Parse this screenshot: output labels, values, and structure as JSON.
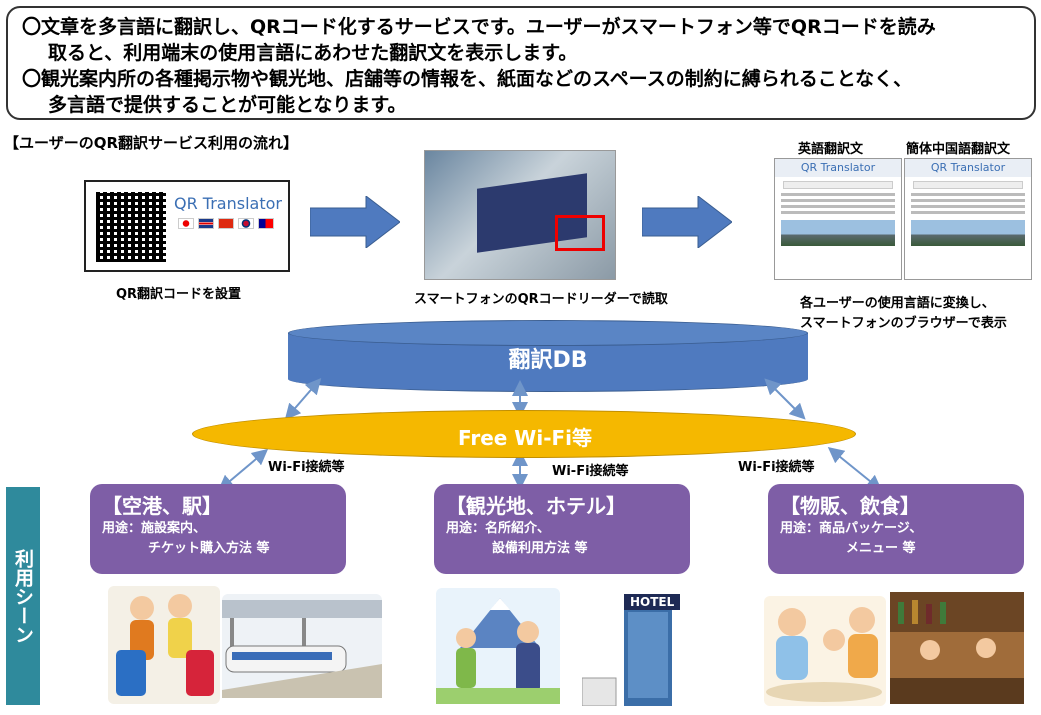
{
  "intro": {
    "line1": "〇文章を多言語に翻訳し、QRコード化するサービスです。ユーザーがスマートフォン等でQRコードを読み",
    "line2": "取ると、利用端末の使用言語にあわせた翻訳文を表示します。",
    "line3": "〇観光案内所の各種掲示物や観光地、店舗等の情報を、紙面などのスペースの制約に縛られることなく、",
    "line4": "多言語で提供することが可能となります。"
  },
  "flow_title": "【ユーザーのQR翻訳サービス利用の流れ】",
  "step1": {
    "brand": "QR Translator",
    "caption": "QR翻訳コードを設置"
  },
  "step2": {
    "caption": "スマートフォンのQRコードリーダーで読取"
  },
  "step3": {
    "label_en": "英語翻訳文",
    "label_zh": "簡体中国語翻訳文",
    "screen_title": "QR Translator",
    "caption1": "各ユーザーの使用言語に変換し、",
    "caption2": "スマートフォンのブラウザーで表示"
  },
  "db": {
    "label": "翻訳DB"
  },
  "wifi": {
    "label": "Free Wi-Fi等"
  },
  "connections": [
    "Wi-Fi接続等",
    "Wi-Fi接続等",
    "Wi-Fi接続等"
  ],
  "side_label": "利用シーン",
  "scenes": [
    {
      "title": "【空港、駅】",
      "usage1": "用途：施設案内、",
      "usage2": "チケット購入方法 等"
    },
    {
      "title": "【観光地、ホテル】",
      "usage1": "用途：名所紹介、",
      "usage2": "設備利用方法 等"
    },
    {
      "title": "【物販、飲食】",
      "usage1": "用途：商品パッケージ、",
      "usage2": "メニュー 等"
    }
  ],
  "hotel_sign": "HOTEL",
  "colors": {
    "arrow": "#4f7abf",
    "db": "#4f7abf",
    "wifi": "#f5b800",
    "scene": "#7e5ea6",
    "side": "#2f8a9c"
  }
}
